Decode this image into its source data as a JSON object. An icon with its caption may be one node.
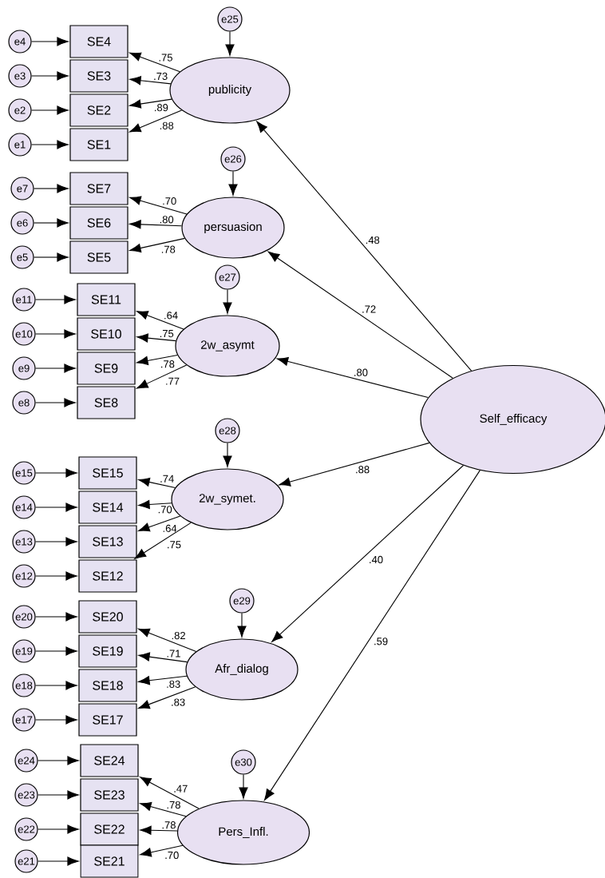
{
  "diagram": {
    "nodes": [
      {
        "text": [
          "e25"
        ]
      },
      {
        "text": [
          "publicity"
        ]
      },
      {
        "text": [
          "e4"
        ]
      },
      {
        "text": [
          "SE4"
        ]
      },
      {
        "text": [
          "e3"
        ]
      },
      {
        "text": [
          "SE3"
        ]
      },
      {
        "text": [
          "e2"
        ]
      },
      {
        "text": [
          "SE2"
        ]
      },
      {
        "text": [
          "e1"
        ]
      },
      {
        "text": [
          "SE1"
        ]
      },
      {
        "text": [
          "e26"
        ]
      },
      {
        "text": [
          "persuasion"
        ]
      },
      {
        "text": [
          "e7"
        ]
      },
      {
        "text": [
          "SE7"
        ]
      },
      {
        "text": [
          "e6"
        ]
      },
      {
        "text": [
          "SE6"
        ]
      },
      {
        "text": [
          "e5"
        ]
      },
      {
        "text": [
          "SE5"
        ]
      },
      {
        "text": [
          "e27"
        ]
      },
      {
        "text": [
          "2w_asymt"
        ]
      },
      {
        "text": [
          "e11"
        ]
      },
      {
        "text": [
          "SE11"
        ]
      },
      {
        "text": [
          "e10"
        ]
      },
      {
        "text": [
          "SE10"
        ]
      },
      {
        "text": [
          "e9"
        ]
      },
      {
        "text": [
          "SE9"
        ]
      },
      {
        "text": [
          "e8"
        ]
      },
      {
        "text": [
          "SE8"
        ]
      },
      {
        "text": [
          "e28"
        ]
      },
      {
        "text": [
          "2w_symet."
        ]
      },
      {
        "text": [
          "e15"
        ]
      },
      {
        "text": [
          "SE15"
        ]
      },
      {
        "text": [
          "e14"
        ]
      },
      {
        "text": [
          "SE14"
        ]
      },
      {
        "text": [
          "e13"
        ]
      },
      {
        "text": [
          "SE13"
        ]
      },
      {
        "text": [
          "e12"
        ]
      },
      {
        "text": [
          "SE12"
        ]
      },
      {
        "text": [
          "e29"
        ]
      },
      {
        "text": [
          "Afr_dialog"
        ]
      },
      {
        "text": [
          "e20"
        ]
      },
      {
        "text": [
          "SE20"
        ]
      },
      {
        "text": [
          "e19"
        ]
      },
      {
        "text": [
          "SE19"
        ]
      },
      {
        "text": [
          "e18"
        ]
      },
      {
        "text": [
          "SE18"
        ]
      },
      {
        "text": [
          "e17"
        ]
      },
      {
        "text": [
          "SE17"
        ]
      },
      {
        "text": [
          "e30"
        ]
      },
      {
        "text": [
          "Pers_Infl."
        ]
      },
      {
        "text": [
          "e24"
        ]
      },
      {
        "text": [
          "SE24"
        ]
      },
      {
        "text": [
          "e23"
        ]
      },
      {
        "text": [
          "SE23"
        ]
      },
      {
        "text": [
          "e22"
        ]
      },
      {
        "text": [
          "SE22"
        ]
      },
      {
        "text": [
          "e21"
        ]
      },
      {
        "text": [
          "SE21"
        ]
      },
      {
        "text": [
          "Self_efficacy"
        ]
      }
    ],
    "edges": [
      {
        "from": 0,
        "to": 1,
        "arrow": "to"
      },
      {
        "from": 1,
        "to": 3,
        "arrow": "to",
        "label": ".75"
      },
      {
        "from": 1,
        "to": 5,
        "arrow": "to",
        "label": ".73"
      },
      {
        "from": 1,
        "to": 7,
        "arrow": "to",
        "label": ".89"
      },
      {
        "from": 1,
        "to": 9,
        "arrow": "to",
        "label": ".88"
      },
      {
        "from": 2,
        "to": 3,
        "arrow": "to"
      },
      {
        "from": 4,
        "to": 5,
        "arrow": "to"
      },
      {
        "from": 6,
        "to": 7,
        "arrow": "to"
      },
      {
        "from": 8,
        "to": 9,
        "arrow": "to"
      },
      {
        "from": 10,
        "to": 11,
        "arrow": "to"
      },
      {
        "from": 11,
        "to": 13,
        "arrow": "to",
        "label": ".70"
      },
      {
        "from": 11,
        "to": 15,
        "arrow": "to",
        "label": ".80"
      },
      {
        "from": 11,
        "to": 17,
        "arrow": "to",
        "label": ".78"
      },
      {
        "from": 12,
        "to": 13,
        "arrow": "to"
      },
      {
        "from": 14,
        "to": 15,
        "arrow": "to"
      },
      {
        "from": 16,
        "to": 17,
        "arrow": "to"
      },
      {
        "from": 18,
        "to": 19,
        "arrow": "to"
      },
      {
        "from": 19,
        "to": 21,
        "arrow": "to",
        "label": ".64"
      },
      {
        "from": 19,
        "to": 23,
        "arrow": "to",
        "label": ".75"
      },
      {
        "from": 19,
        "to": 25,
        "arrow": "to",
        "label": ".78"
      },
      {
        "from": 19,
        "to": 27,
        "arrow": "to",
        "label": ".77"
      },
      {
        "from": 20,
        "to": 21,
        "arrow": "to"
      },
      {
        "from": 22,
        "to": 23,
        "arrow": "to"
      },
      {
        "from": 24,
        "to": 25,
        "arrow": "to"
      },
      {
        "from": 26,
        "to": 27,
        "arrow": "to"
      },
      {
        "from": 28,
        "to": 29,
        "arrow": "to"
      },
      {
        "from": 29,
        "to": 31,
        "arrow": "to",
        "label": ".74"
      },
      {
        "from": 29,
        "to": 33,
        "arrow": "to",
        "label": ".70"
      },
      {
        "from": 29,
        "to": 35,
        "arrow": "to",
        "label": ".64"
      },
      {
        "from": 29,
        "to": 37,
        "arrow": "to",
        "label": ".75"
      },
      {
        "from": 30,
        "to": 31,
        "arrow": "to"
      },
      {
        "from": 32,
        "to": 33,
        "arrow": "to"
      },
      {
        "from": 34,
        "to": 35,
        "arrow": "to"
      },
      {
        "from": 36,
        "to": 37,
        "arrow": "to"
      },
      {
        "from": 38,
        "to": 39,
        "arrow": "to"
      },
      {
        "from": 39,
        "to": 41,
        "arrow": "to",
        "label": ".82"
      },
      {
        "from": 39,
        "to": 43,
        "arrow": "to",
        "label": ".71"
      },
      {
        "from": 39,
        "to": 45,
        "arrow": "to",
        "label": ".83"
      },
      {
        "from": 39,
        "to": 47,
        "arrow": "to",
        "label": ".83"
      },
      {
        "from": 40,
        "to": 41,
        "arrow": "to"
      },
      {
        "from": 42,
        "to": 43,
        "arrow": "to"
      },
      {
        "from": 44,
        "to": 45,
        "arrow": "to"
      },
      {
        "from": 46,
        "to": 47,
        "arrow": "to"
      },
      {
        "from": 48,
        "to": 49,
        "arrow": "to"
      },
      {
        "from": 49,
        "to": 51,
        "arrow": "to",
        "label": ".47"
      },
      {
        "from": 49,
        "to": 53,
        "arrow": "to",
        "label": ".78"
      },
      {
        "from": 49,
        "to": 55,
        "arrow": "to",
        "label": ".78"
      },
      {
        "from": 49,
        "to": 57,
        "arrow": "to",
        "label": ".70"
      },
      {
        "from": 50,
        "to": 51,
        "arrow": "to"
      },
      {
        "from": 52,
        "to": 53,
        "arrow": "to"
      },
      {
        "from": 54,
        "to": 55,
        "arrow": "to"
      },
      {
        "from": 56,
        "to": 57,
        "arrow": "to"
      },
      {
        "from": 58,
        "to": 1,
        "arrow": "to",
        "label": ".48"
      },
      {
        "from": 58,
        "to": 11,
        "arrow": "to",
        "label": ".72"
      },
      {
        "from": 58,
        "to": 19,
        "arrow": "to",
        "label": ".80"
      },
      {
        "from": 58,
        "to": 29,
        "arrow": "to",
        "label": ".88"
      },
      {
        "from": 58,
        "to": 39,
        "arrow": "to",
        "label": ".40"
      },
      {
        "from": 58,
        "to": 49,
        "arrow": "to",
        "label": ".59"
      }
    ]
  }
}
